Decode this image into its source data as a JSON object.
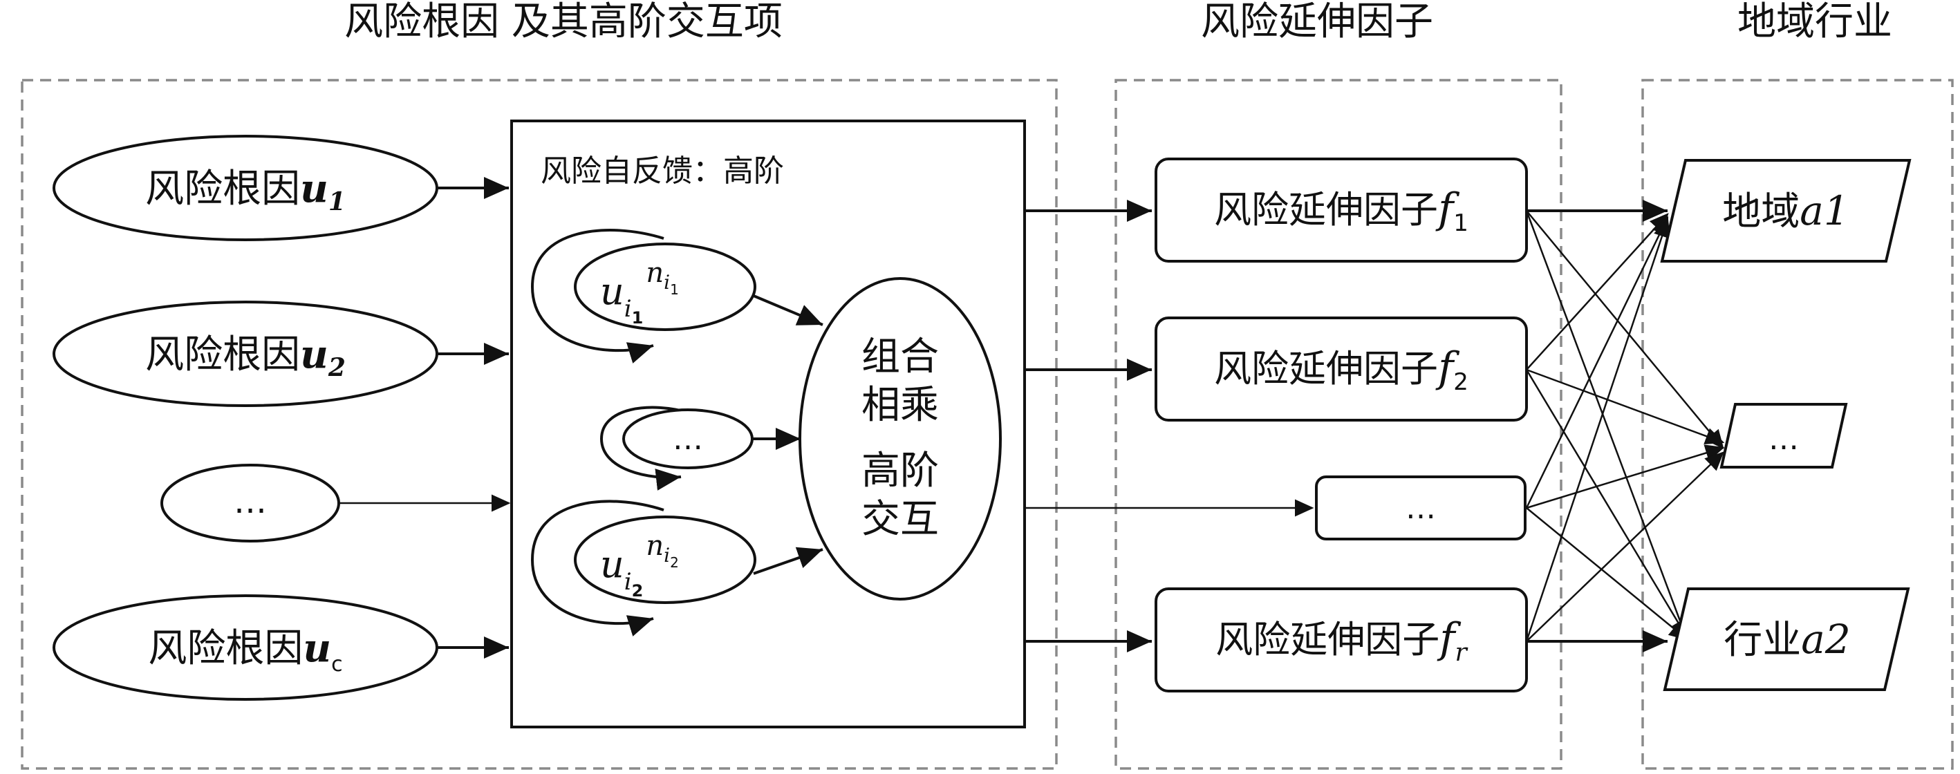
{
  "section_titles": {
    "root_causes": "风险根因 及其高阶交互项",
    "extension_factors": "风险延伸因子",
    "region_industry": "地域行业"
  },
  "root_causes": {
    "prefix": "风险根因",
    "items": [
      {
        "var": "u",
        "sub": "1"
      },
      {
        "var": "u",
        "sub": "2"
      },
      {
        "var": "u",
        "sub": "c"
      }
    ],
    "ellipsis": "…"
  },
  "feedback_box": {
    "title": "风险自反馈：高阶",
    "term1": {
      "base": "u",
      "base_sub": "i",
      "base_subsub": "1",
      "exp": "n",
      "exp_sub": "i",
      "exp_subsub": "1"
    },
    "term2": {
      "base": "u",
      "base_sub": "i",
      "base_subsub": "2",
      "exp": "n",
      "exp_sub": "i",
      "exp_subsub": "2"
    },
    "ellipsis": "…",
    "combine_lines": [
      "组合",
      "相乘",
      "高阶",
      "交互"
    ]
  },
  "extension_factors": {
    "prefix": "风险延伸因子",
    "items": [
      {
        "var": "f",
        "sub": "1"
      },
      {
        "var": "f",
        "sub": "2"
      },
      {
        "var": "f",
        "sub": "r"
      }
    ],
    "ellipsis": "…"
  },
  "region_industry": {
    "region": {
      "label": "地域",
      "var": "a1"
    },
    "ellipsis": "…",
    "industry": {
      "label": "行业",
      "var": "a2"
    }
  }
}
